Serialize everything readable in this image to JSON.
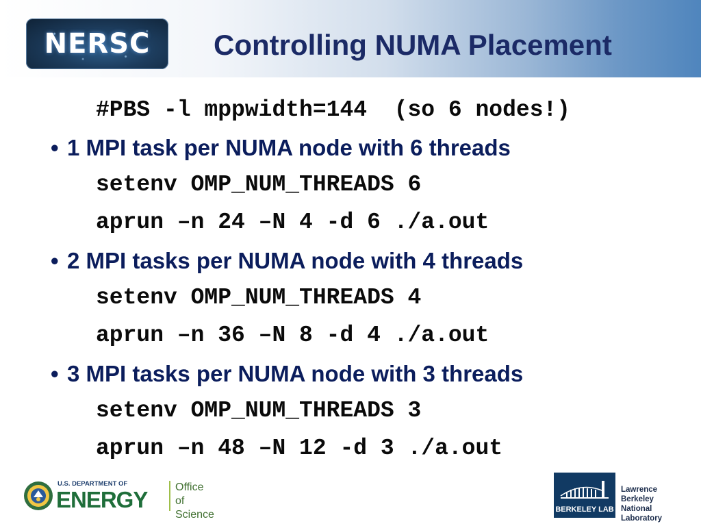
{
  "header": {
    "logo_text": "NERSC",
    "title": "Controlling NUMA Placement"
  },
  "slide": {
    "pbs_line": "#PBS -l mppwidth=144  (so 6 nodes!)",
    "sections": [
      {
        "bullet": "•",
        "heading": "1 MPI task per NUMA node with 6 threads",
        "setenv": "setenv OMP_NUM_THREADS 6",
        "aprun": "aprun –n 24 –N 4 -d 6 ./a.out"
      },
      {
        "bullet": "•",
        "heading": "2 MPI tasks per NUMA node with 4 threads",
        "setenv": "setenv OMP_NUM_THREADS 4",
        "aprun": "aprun –n 36 –N 8 -d 4 ./a.out"
      },
      {
        "bullet": "•",
        "heading": "3 MPI tasks per NUMA node with 3 threads",
        "setenv": "setenv OMP_NUM_THREADS 3",
        "aprun": "aprun –n 48 –N 12 -d 3 ./a.out"
      }
    ]
  },
  "footer": {
    "doe_top": "U.S. DEPARTMENT OF",
    "doe_main": "ENERGY",
    "office_line1": "Office of",
    "office_line2": "Science",
    "lab_box_text": "BERKELEY LAB",
    "lab_name_line1": "Lawrence Berkeley",
    "lab_name_line2": "National Laboratory"
  },
  "colors": {
    "title": "#1b2a66",
    "bullet_text": "#0b1d5c",
    "code_text": "#0a0a0a",
    "energy_green": "#1f6e3a",
    "lab_blue": "#113a63"
  },
  "icons": [
    "nersc-logo",
    "doe-seal-icon",
    "berkeley-lab-logo"
  ]
}
